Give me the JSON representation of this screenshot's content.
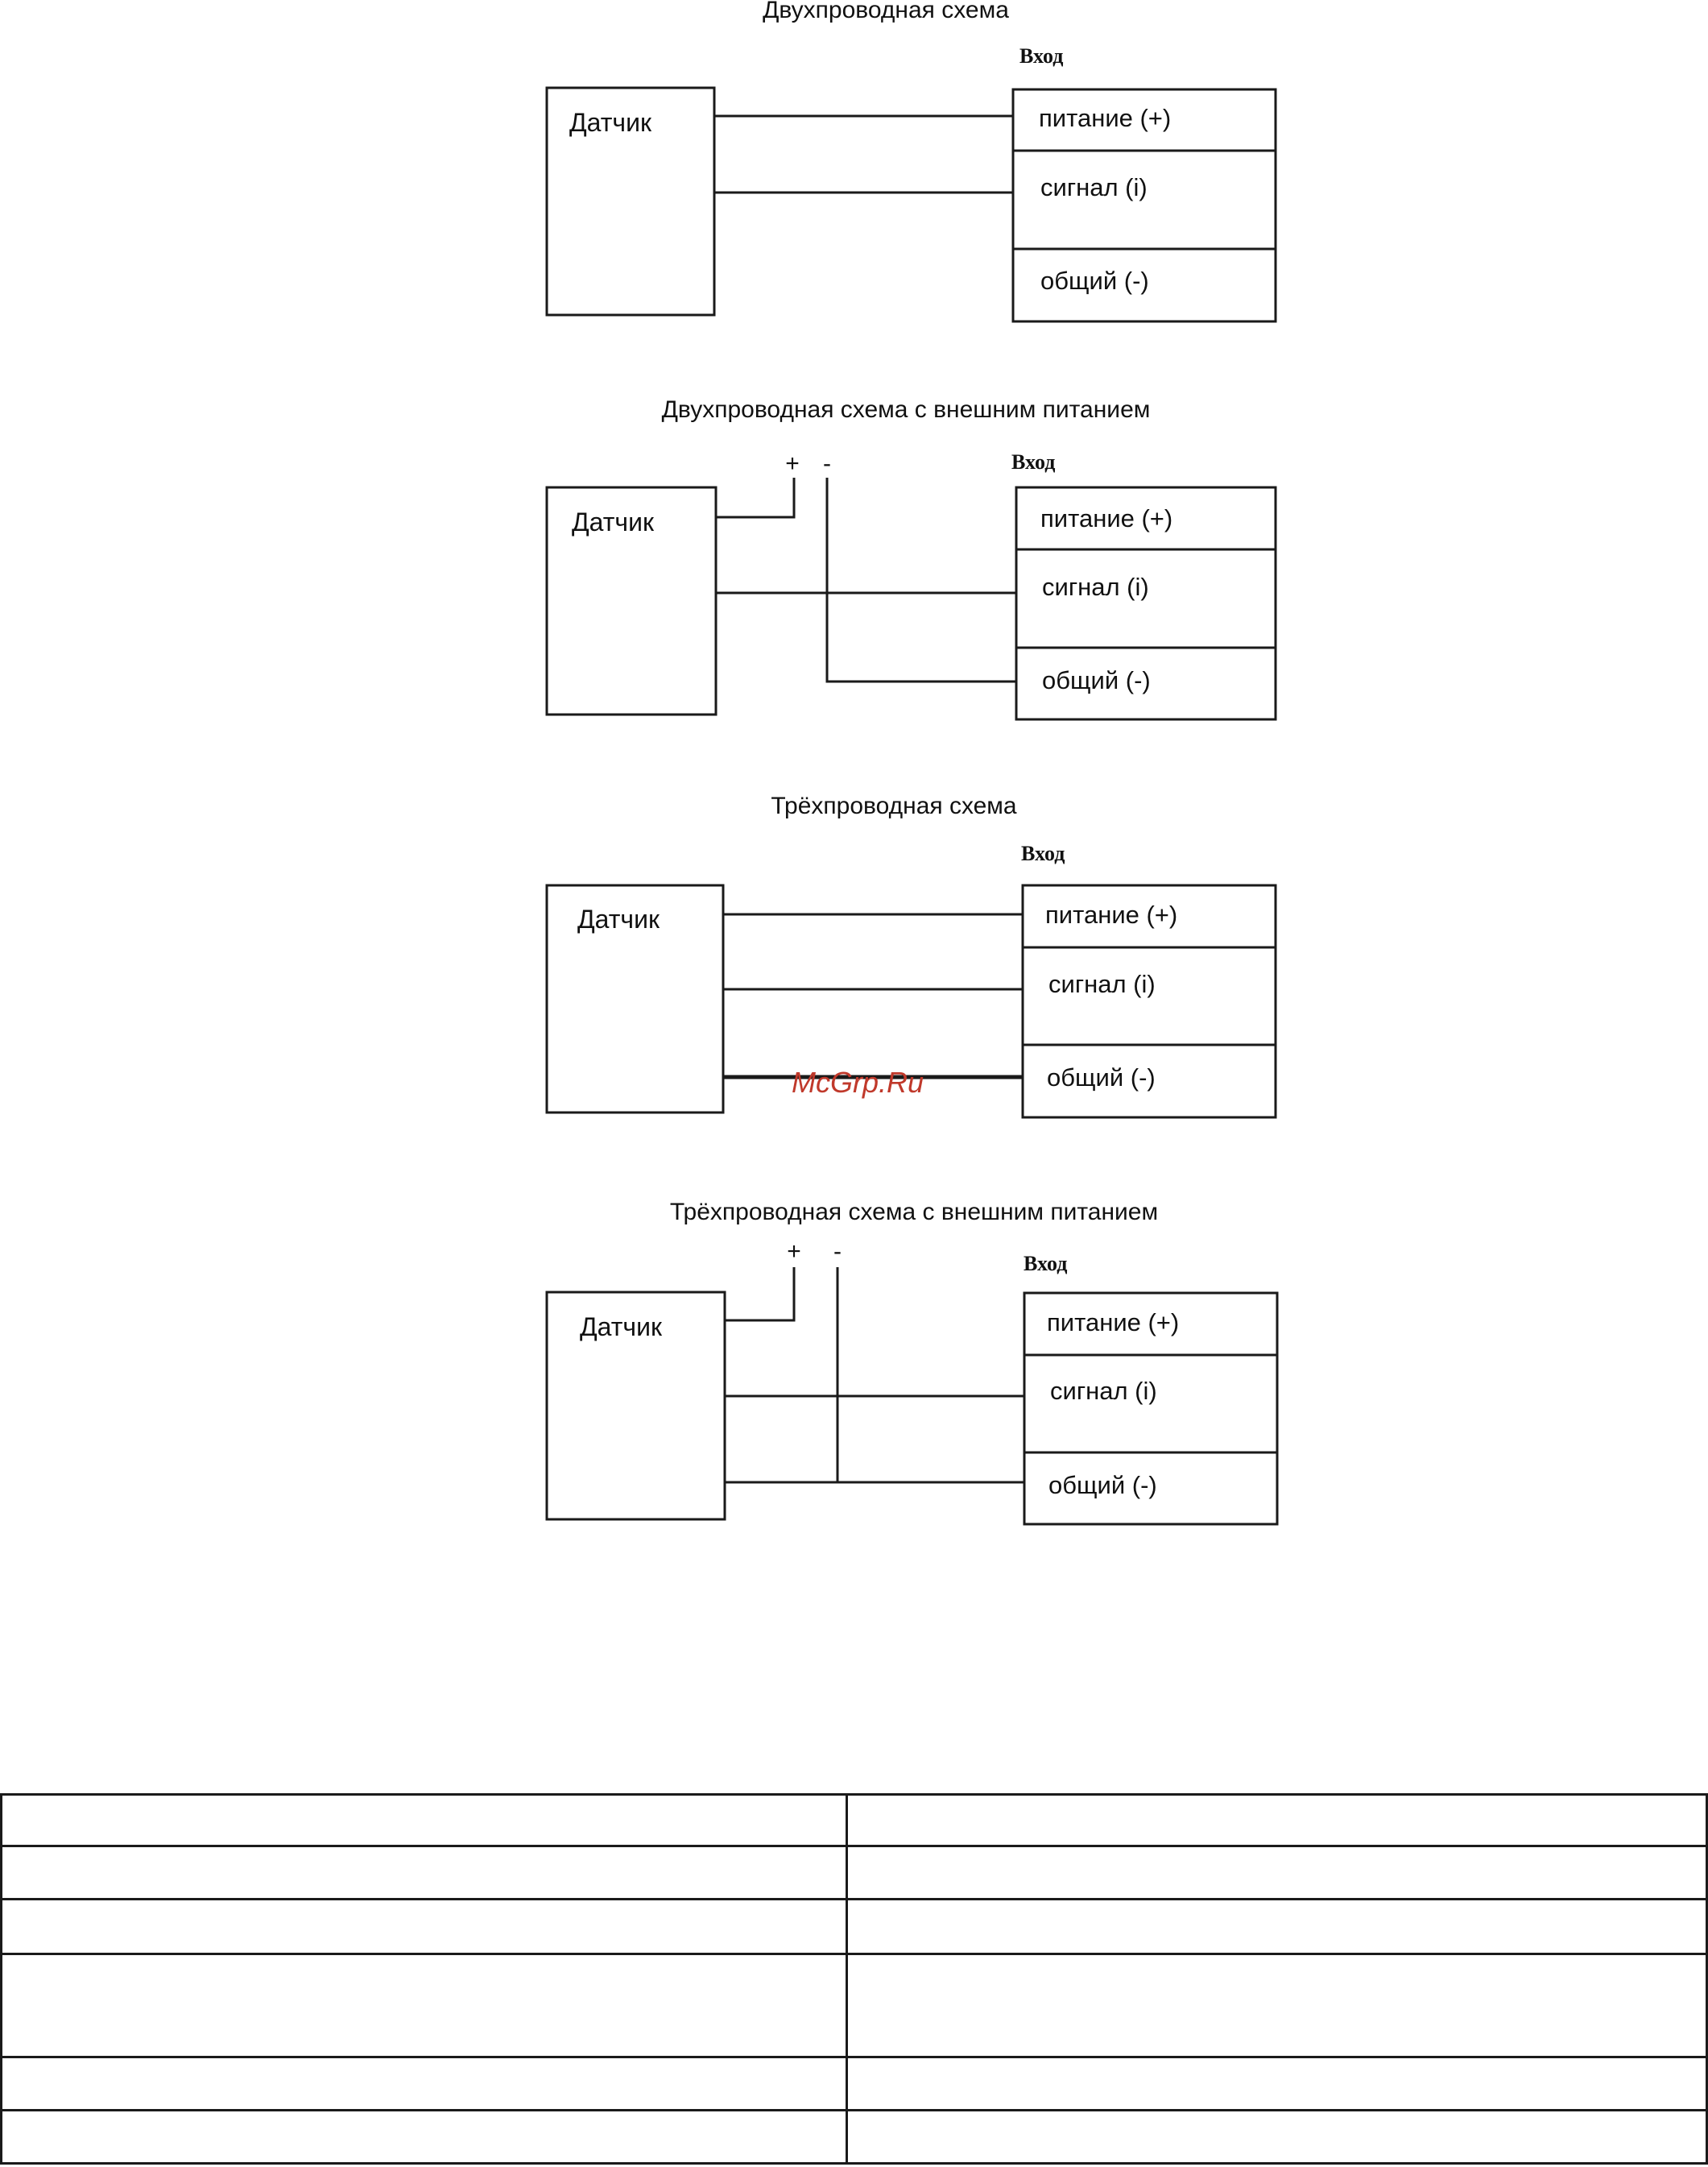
{
  "schemes": [
    {
      "title": "Двухпроводная схема",
      "sensor": "Датчик",
      "input": "Вход",
      "terminals": [
        "питание (+)",
        "сигнал (i)",
        "общий (-)"
      ]
    },
    {
      "title": "Двухпроводная схема с внешним питанием",
      "sensor": "Датчик",
      "input": "Вход",
      "plus": "+",
      "minus": "-",
      "terminals": [
        "питание (+)",
        "сигнал (i)",
        "общий (-)"
      ]
    },
    {
      "title": "Трёхпроводная схема",
      "sensor": "Датчик",
      "input": "Вход",
      "terminals": [
        "питание (+)",
        "сигнал (i)",
        "общий (-)"
      ]
    },
    {
      "title": "Трёхпроводная схема с внешним питанием",
      "sensor": "Датчик",
      "input": "Вход",
      "plus": "+",
      "minus": "-",
      "terminals": [
        "питание (+)",
        "сигнал (i)",
        "общий (-)"
      ]
    }
  ],
  "watermark": "McGrp.Ru"
}
